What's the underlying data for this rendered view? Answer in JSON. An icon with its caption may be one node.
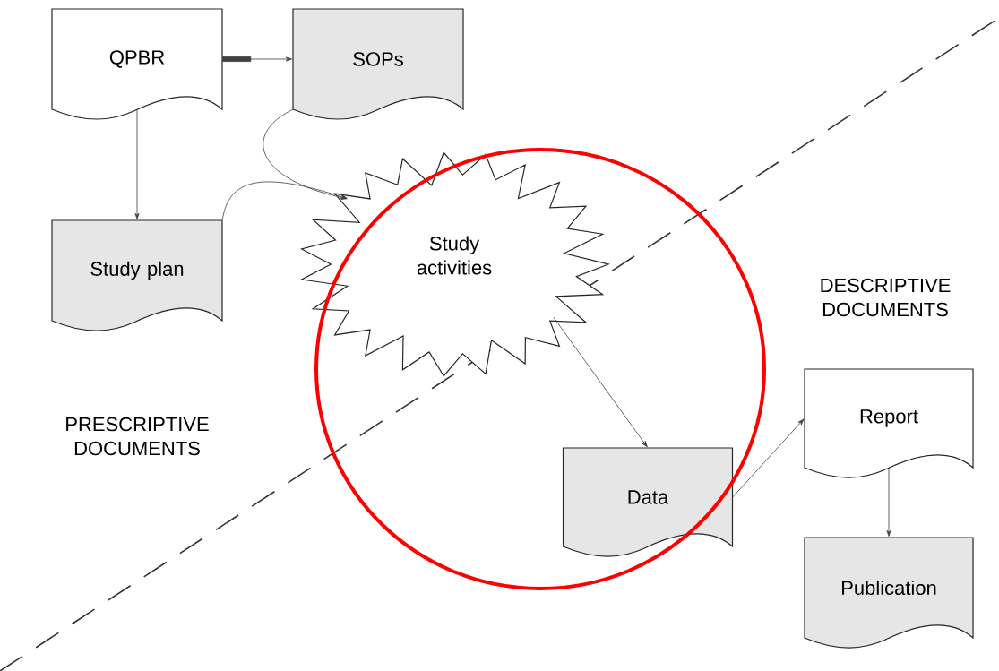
{
  "diagram": {
    "nodes": [
      {
        "text": [
          "QPBR"
        ]
      },
      {
        "text": [
          "SOPs"
        ]
      },
      {
        "text": [
          "Study plan"
        ]
      },
      {
        "text": [
          "Study activities"
        ]
      },
      {
        "text": [
          "Data"
        ]
      },
      {
        "text": [
          "Report"
        ]
      },
      {
        "text": [
          "Publication"
        ]
      }
    ],
    "edges": [
      {
        "from": 0,
        "to": 1,
        "arrow": "to"
      },
      {
        "from": 0,
        "to": 2,
        "arrow": "to"
      },
      {
        "from": 1,
        "to": 3,
        "arrow": "to"
      },
      {
        "from": 2,
        "to": 3,
        "arrow": "to"
      },
      {
        "from": 3,
        "to": 4,
        "arrow": "to"
      },
      {
        "from": 4,
        "to": 5,
        "arrow": "to"
      },
      {
        "from": 5,
        "to": 6,
        "arrow": "to"
      }
    ],
    "labels": [
      "DESCRIPTIVE DOCUMENTS",
      "PRESCRIPTIVE DOCUMENTS"
    ]
  }
}
